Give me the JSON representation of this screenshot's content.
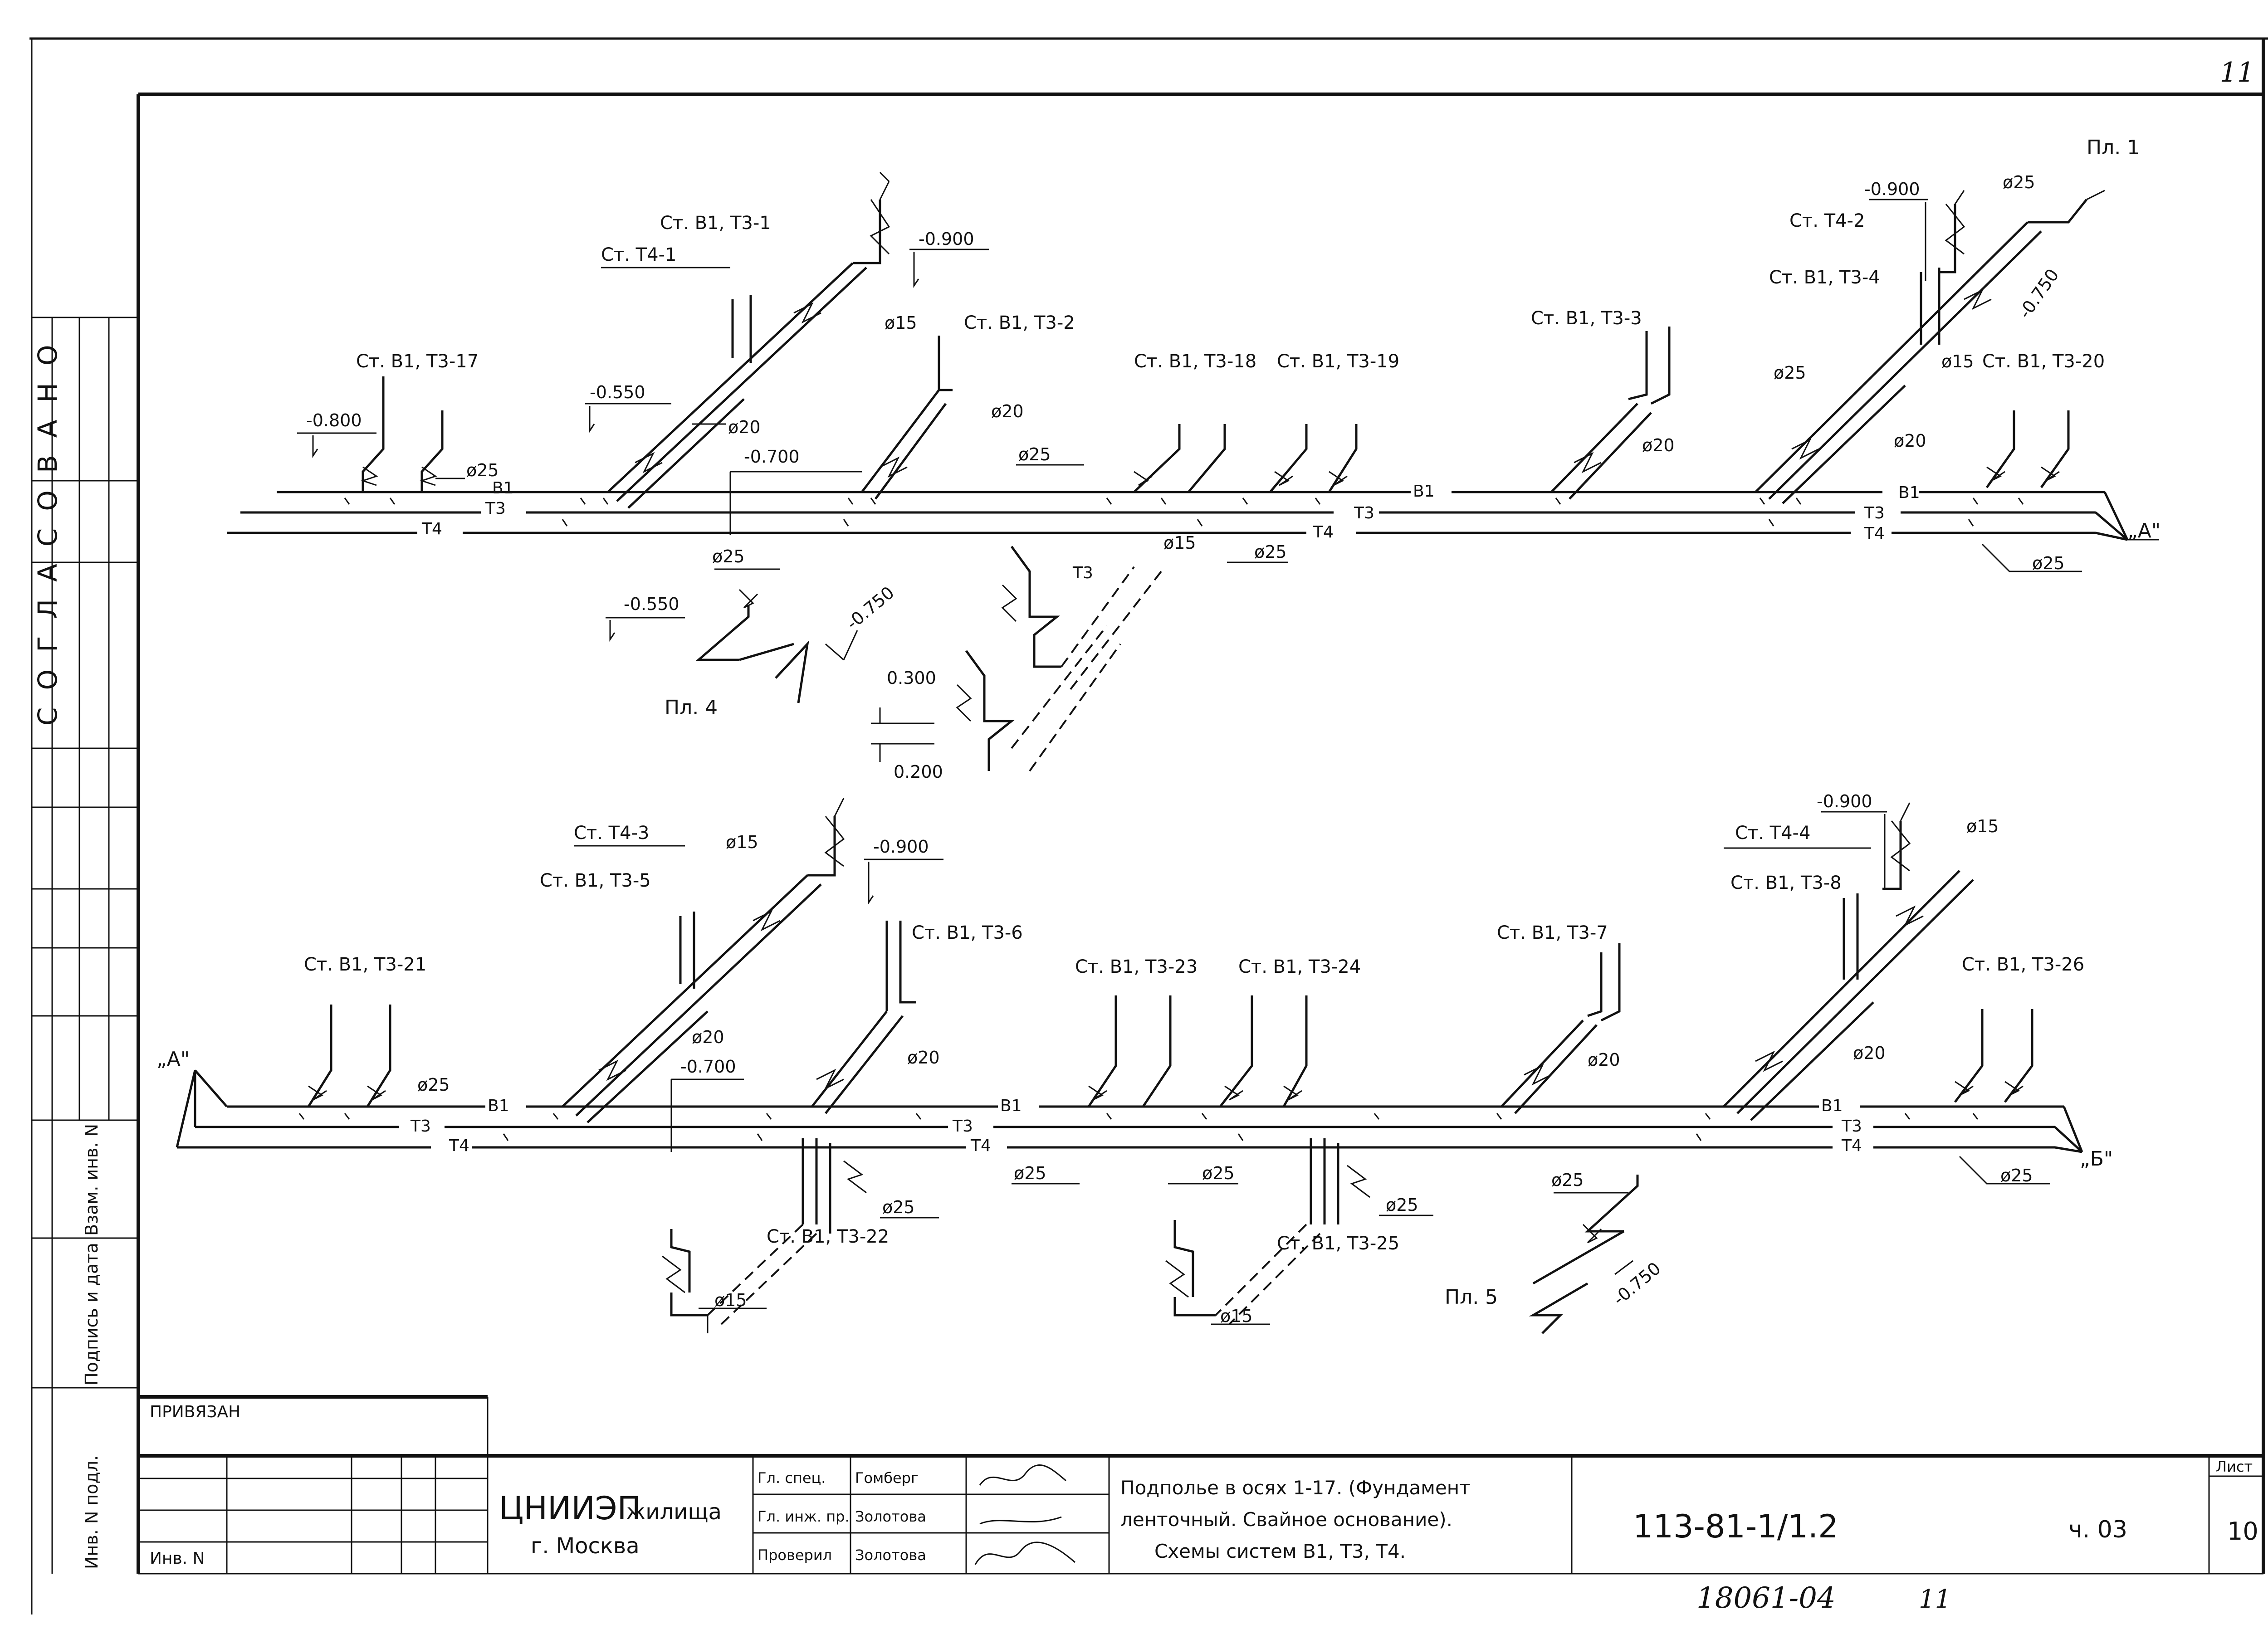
{
  "sheet_number_top": "11",
  "side_stamp": {
    "agreed_label": "СОГЛАСОВАНО",
    "inv_original": "Инв. N подл.",
    "signature_date": "Подпись и дата",
    "replace_inv": "Взам. инв. N"
  },
  "upper_scheme": {
    "risers": {
      "r17": "Ст. В1, Т3-17",
      "r1": "Ст. В1, Т3-1",
      "t41": "Ст. Т4-1",
      "r2": "Ст. В1, Т3-2",
      "r18": "Ст. В1, Т3-18",
      "r19": "Ст. В1, Т3-19",
      "r3": "Ст. В1, Т3-3",
      "t42": "Ст. Т4-2",
      "r4": "Ст. В1, Т3-4",
      "r20": "Ст. В1, Т3-20"
    },
    "levels": {
      "l800": "-0.800",
      "l550a": "-0.550",
      "l700": "-0.700",
      "l900a": "-0.900",
      "l550b": "-0.550",
      "l750a": "-0.750",
      "l300": "0.300",
      "l200": "0.200",
      "l900b": "-0.900",
      "l750b": "-0.750"
    },
    "diameters": {
      "d25a": "ø25",
      "d20a": "ø20",
      "d15a": "ø15",
      "d20b": "ø20",
      "d25b": "ø25",
      "d25c": "ø25",
      "d15b": "ø15",
      "d25d": "ø25",
      "d20c": "ø20",
      "d25e": "ø25",
      "d15c": "ø15",
      "d20d": "ø20",
      "d25f": "ø25",
      "d25g": "ø25"
    },
    "pipes": {
      "b1": "В1",
      "t3": "Т3",
      "t4": "Т4"
    },
    "pl4": "Пл. 4",
    "pl1": "Пл. 1",
    "mark_a": "„А\""
  },
  "lower_scheme": {
    "risers": {
      "r21": "Ст. В1, Т3-21",
      "t43": "Ст. Т4-3",
      "r5": "Ст. В1, Т3-5",
      "r6": "Ст. В1, Т3-6",
      "r22": "Ст. В1, Т3-22",
      "r23": "Ст. В1, Т3-23",
      "r24": "Ст. В1, Т3-24",
      "r25": "Ст. В1, Т3-25",
      "r7": "Ст. В1, Т3-7",
      "t44": "Ст. Т4-4",
      "r8": "Ст. В1, Т3-8",
      "r26": "Ст. В1, Т3-26"
    },
    "levels": {
      "l900a": "-0.900",
      "l700": "-0.700",
      "l900b": "-0.900",
      "l750": "-0.750"
    },
    "diameters": {
      "d25a": "ø25",
      "d15a": "ø15",
      "d20a": "ø20",
      "d20b": "ø20",
      "d25b": "ø25",
      "d15b": "ø15",
      "d25c": "ø25",
      "d25d": "ø25",
      "d25e": "ø25",
      "d15c": "ø15",
      "d20c": "ø20",
      "d25f": "ø25",
      "d15d": "ø15",
      "d20d": "ø20",
      "d25g": "ø25"
    },
    "pipes": {
      "b1": "В1",
      "t3": "Т3",
      "t4": "Т4"
    },
    "pl5": "Пл. 5",
    "mark_a": "„А\"",
    "mark_b": "„Б\""
  },
  "title_block": {
    "privyazan": "ПРИВЯЗАН",
    "inv_no": "Инв. N",
    "org_name": "ЦНИИЭП",
    "org_sub": "жилища",
    "city": "г. Москва",
    "rows": [
      {
        "role": "Гл. спец.",
        "name": "Гомберг"
      },
      {
        "role": "Гл. инж. пр.",
        "name": "Золотова"
      },
      {
        "role": "Проверил",
        "name": "Золотова"
      }
    ],
    "description_lines": [
      "Подполье в осях 1-17. (Фундамент",
      "ленточный. Свайное основание).",
      "Схемы систем В1, Т3, Т4."
    ],
    "doc_code": "113-81-1/1.2",
    "part": "ч. 03",
    "sheet_label": "Лист",
    "sheet_no": "10"
  },
  "footer_handwritten": "18061-04",
  "footer_page": "11"
}
